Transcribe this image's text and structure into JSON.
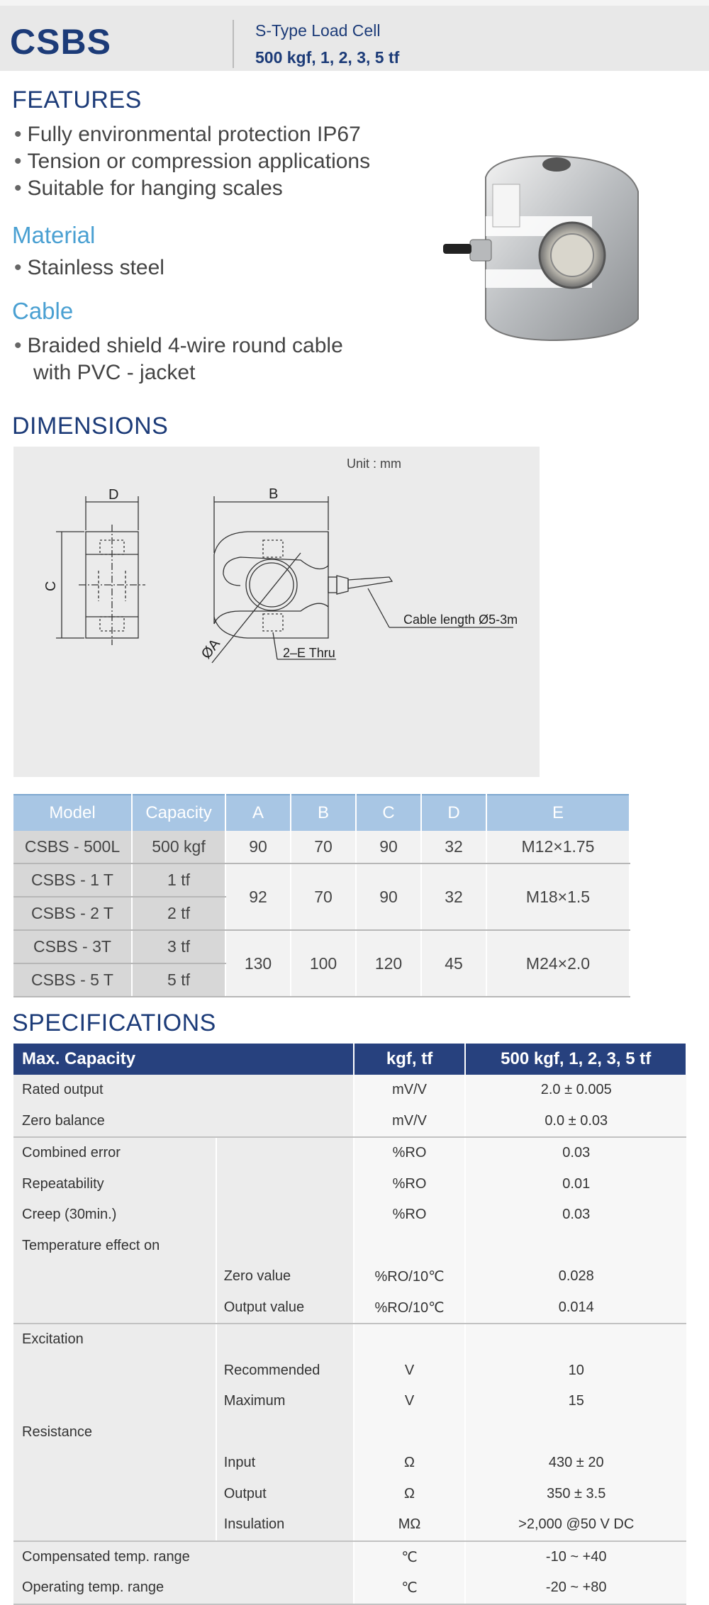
{
  "header": {
    "model": "CSBS",
    "type": "S-Type Load Cell",
    "capacities": "500 kgf, 1, 2, 3, 5 tf"
  },
  "features": {
    "title": "FEATURES",
    "items": [
      "Fully environmental protection IP67",
      "Tension or compression applications",
      "Suitable for hanging scales"
    ]
  },
  "material": {
    "title": "Material",
    "items": [
      "Stainless steel"
    ]
  },
  "cable": {
    "title": "Cable",
    "lines": [
      "Braided shield 4-wire round cable",
      "with PVC - jacket"
    ]
  },
  "dimensions": {
    "title": "DIMENSIONS",
    "unit": "Unit : mm",
    "labels": {
      "d": "D",
      "b": "B",
      "c": "C",
      "a": "ØA",
      "thru": "2–E Thru",
      "cable_length": "Cable length Ø5-3m"
    }
  },
  "dim_table": {
    "headers": [
      "Model",
      "Capacity",
      "A",
      "B",
      "C",
      "D",
      "E"
    ],
    "rows": [
      {
        "model": "CSBS - 500L",
        "capacity": "500 kgf"
      },
      {
        "model": "CSBS - 1 T",
        "capacity": "1 tf"
      },
      {
        "model": "CSBS - 2 T",
        "capacity": "2 tf"
      },
      {
        "model": "CSBS - 3T",
        "capacity": "3 tf"
      },
      {
        "model": "CSBS - 5 T",
        "capacity": "5 tf"
      }
    ],
    "groups": [
      {
        "a": "90",
        "b": "70",
        "c": "90",
        "d": "32",
        "e": "M12×1.75"
      },
      {
        "a": "92",
        "b": "70",
        "c": "90",
        "d": "32",
        "e": "M18×1.5"
      },
      {
        "a": "130",
        "b": "100",
        "c": "120",
        "d": "45",
        "e": "M24×2.0"
      }
    ]
  },
  "specifications": {
    "title": "SPECIFICATIONS",
    "header": {
      "name": "Max. Capacity",
      "unit": "kgf, tf",
      "value": "500 kgf, 1, 2, 3, 5 tf"
    },
    "rows": {
      "rated_output": {
        "name": "Rated output",
        "unit": "mV/V",
        "value": "2.0 ± 0.005"
      },
      "zero_balance": {
        "name": "Zero balance",
        "unit": "mV/V",
        "value": "0.0 ± 0.03"
      },
      "combined_error": {
        "name": "Combined error",
        "unit": "%RO",
        "value": "0.03"
      },
      "repeatability": {
        "name": "Repeatability",
        "unit": "%RO",
        "value": "0.01"
      },
      "creep": {
        "name": "Creep (30min.)",
        "unit": "%RO",
        "value": "0.03"
      },
      "temp_effect": {
        "name": "Temperature effect on"
      },
      "zero_value": {
        "name": "Zero value",
        "unit": "%RO/10℃",
        "value": "0.028"
      },
      "output_value": {
        "name": "Output  value",
        "unit": "%RO/10℃",
        "value": "0.014"
      },
      "excitation": {
        "name": "Excitation"
      },
      "recommended": {
        "name": "Recommended",
        "unit": "V",
        "value": "10"
      },
      "maximum": {
        "name": "Maximum",
        "unit": "V",
        "value": "15"
      },
      "resistance": {
        "name": "Resistance"
      },
      "input": {
        "name": "Input",
        "unit": "Ω",
        "value": "430 ± 20"
      },
      "output": {
        "name": "Output",
        "unit": "Ω",
        "value": "350 ± 3.5"
      },
      "insulation": {
        "name": "Insulation",
        "unit": "MΩ",
        "value": ">2,000 @50 V DC"
      },
      "compensated": {
        "name": "Compensated temp. range",
        "unit": "℃",
        "value": "-10 ~ +40"
      },
      "operating": {
        "name": "Operating temp. range",
        "unit": "℃",
        "value": "-20 ~ +80"
      }
    }
  }
}
